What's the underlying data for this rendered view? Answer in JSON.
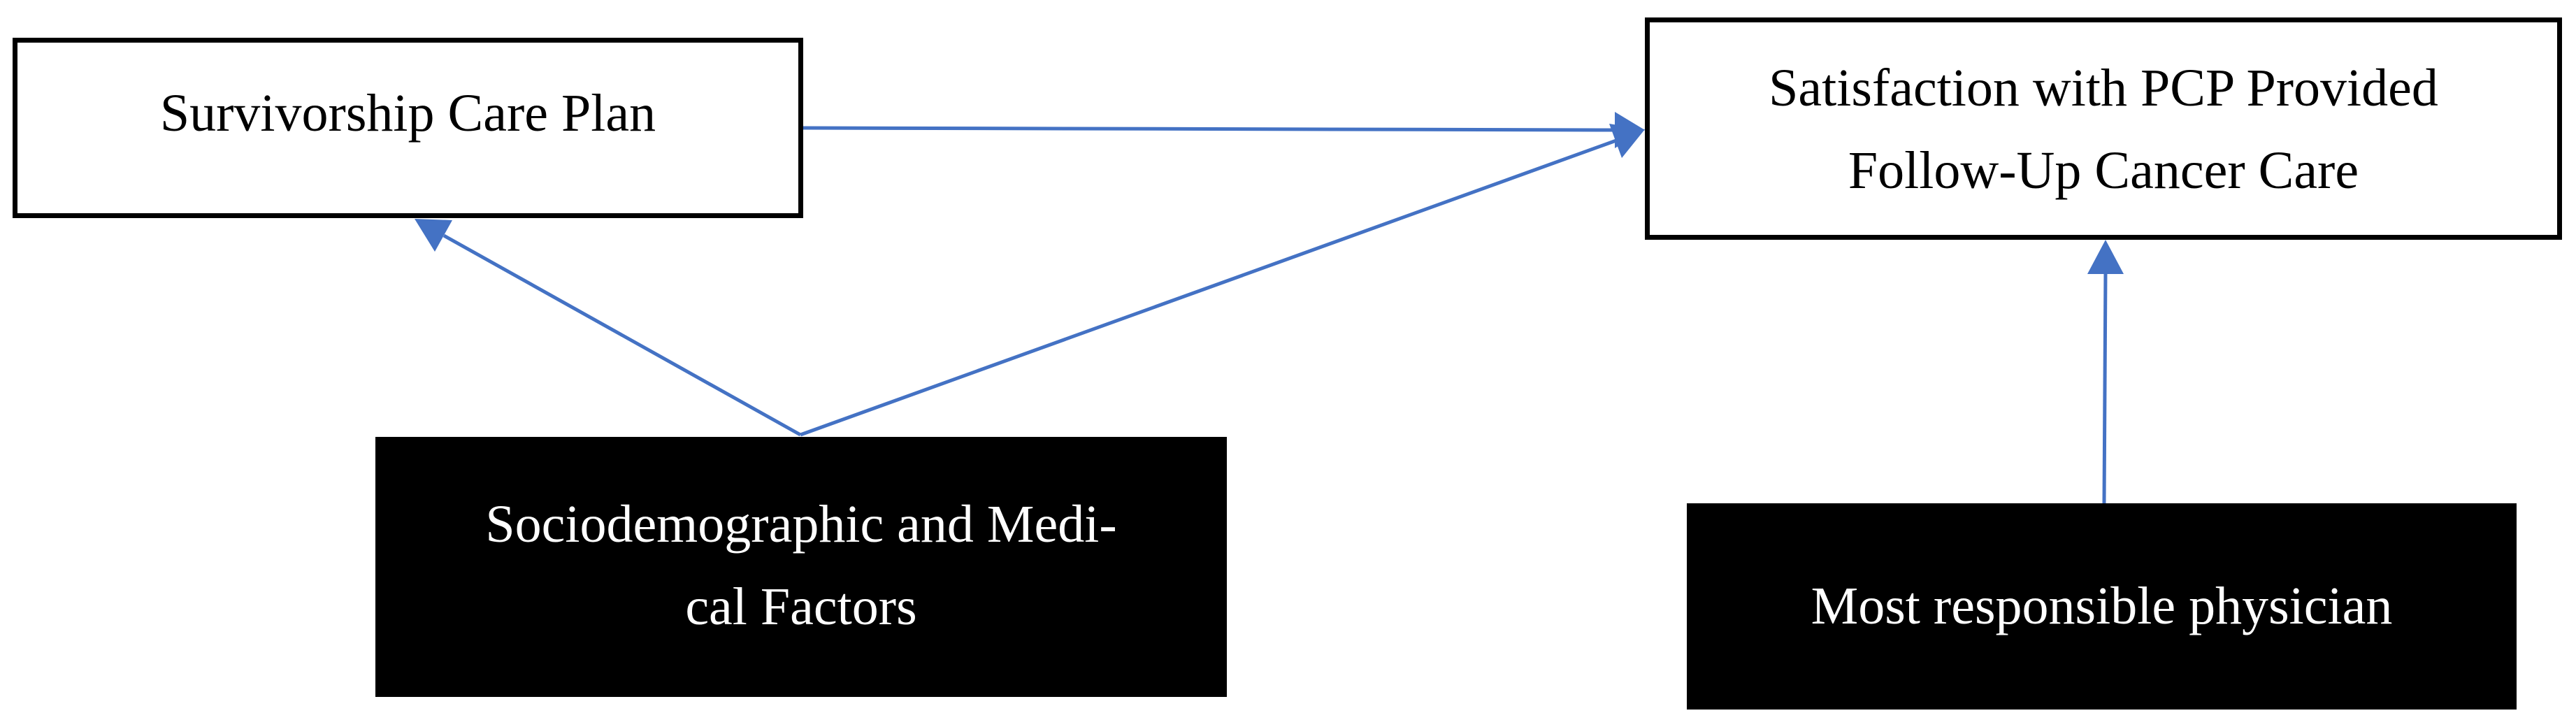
{
  "nodes": {
    "survivorship_care_plan": {
      "label": "Survivorship Care Plan"
    },
    "satisfaction": {
      "label": "Satisfaction with PCP Provided\nFollow-Up Cancer Care"
    },
    "sociodemographic": {
      "label": "Sociodemographic and Medi-\ncal Factors"
    },
    "most_responsible_physician": {
      "label": "Most responsible physician"
    }
  },
  "edges": [
    {
      "from": "Survivorship Care Plan",
      "to": "Satisfaction with PCP Provided Follow-Up Cancer Care"
    },
    {
      "from": "Sociodemographic and Medical Factors",
      "to": "Survivorship Care Plan"
    },
    {
      "from": "Sociodemographic and Medical Factors",
      "to": "Satisfaction with PCP Provided Follow-Up Cancer Care"
    },
    {
      "from": "Most responsible physician",
      "to": "Satisfaction with PCP Provided Follow-Up Cancer Care"
    }
  ],
  "colors": {
    "arrow": "#4472C4",
    "box_border": "#000000",
    "dark_box_fill": "#000000",
    "dark_box_text": "#ffffff"
  }
}
